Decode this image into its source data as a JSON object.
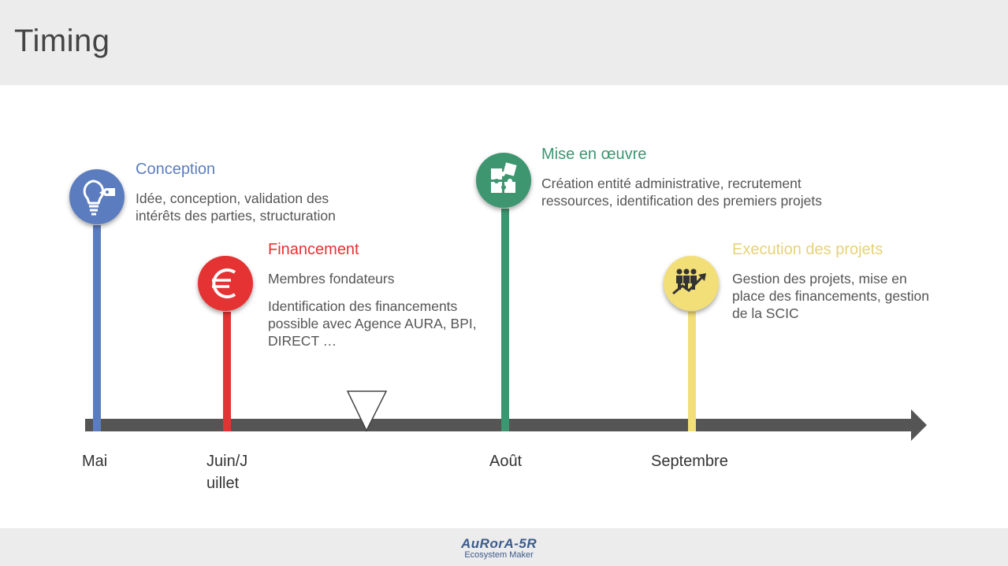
{
  "page": {
    "title": "Timing"
  },
  "colors": {
    "conception": "#5b7dbf",
    "financement": "#e53232",
    "mise_en_oeuvre": "#3d9670",
    "execution": "#f2df78",
    "axis": "#555555"
  },
  "axis": {
    "ticks": [
      "Mai",
      "Juin/J\nuillet",
      "Août",
      "Septembre"
    ],
    "marker": "current-position-triangle"
  },
  "milestones": [
    {
      "id": "conception",
      "icon": "lightbulb-tag-icon",
      "title": "Conception",
      "lines": [
        "Idée, conception, validation des",
        "intérêts des parties, structuration"
      ]
    },
    {
      "id": "financement",
      "icon": "euro-icon",
      "title": "Financement",
      "lines": [
        "Membres fondateurs"
      ],
      "lines2": [
        "Identification des financements",
        "possible avec Agence AURA, BPI,",
        "DIRECT …"
      ]
    },
    {
      "id": "mise_en_oeuvre",
      "icon": "puzzle-icon",
      "title": "Mise en œuvre",
      "lines": [
        "Création entité administrative,  recrutement",
        "ressources, identification des premiers projets"
      ]
    },
    {
      "id": "execution",
      "icon": "team-growth-icon",
      "title": "Execution des projets",
      "lines": [
        "Gestion des projets, mise en",
        "place des financements, gestion",
        "de la SCIC"
      ]
    }
  ],
  "footer": {
    "logo_name": "AuRorA-5R",
    "logo_tagline": "Ecosystem Maker"
  }
}
